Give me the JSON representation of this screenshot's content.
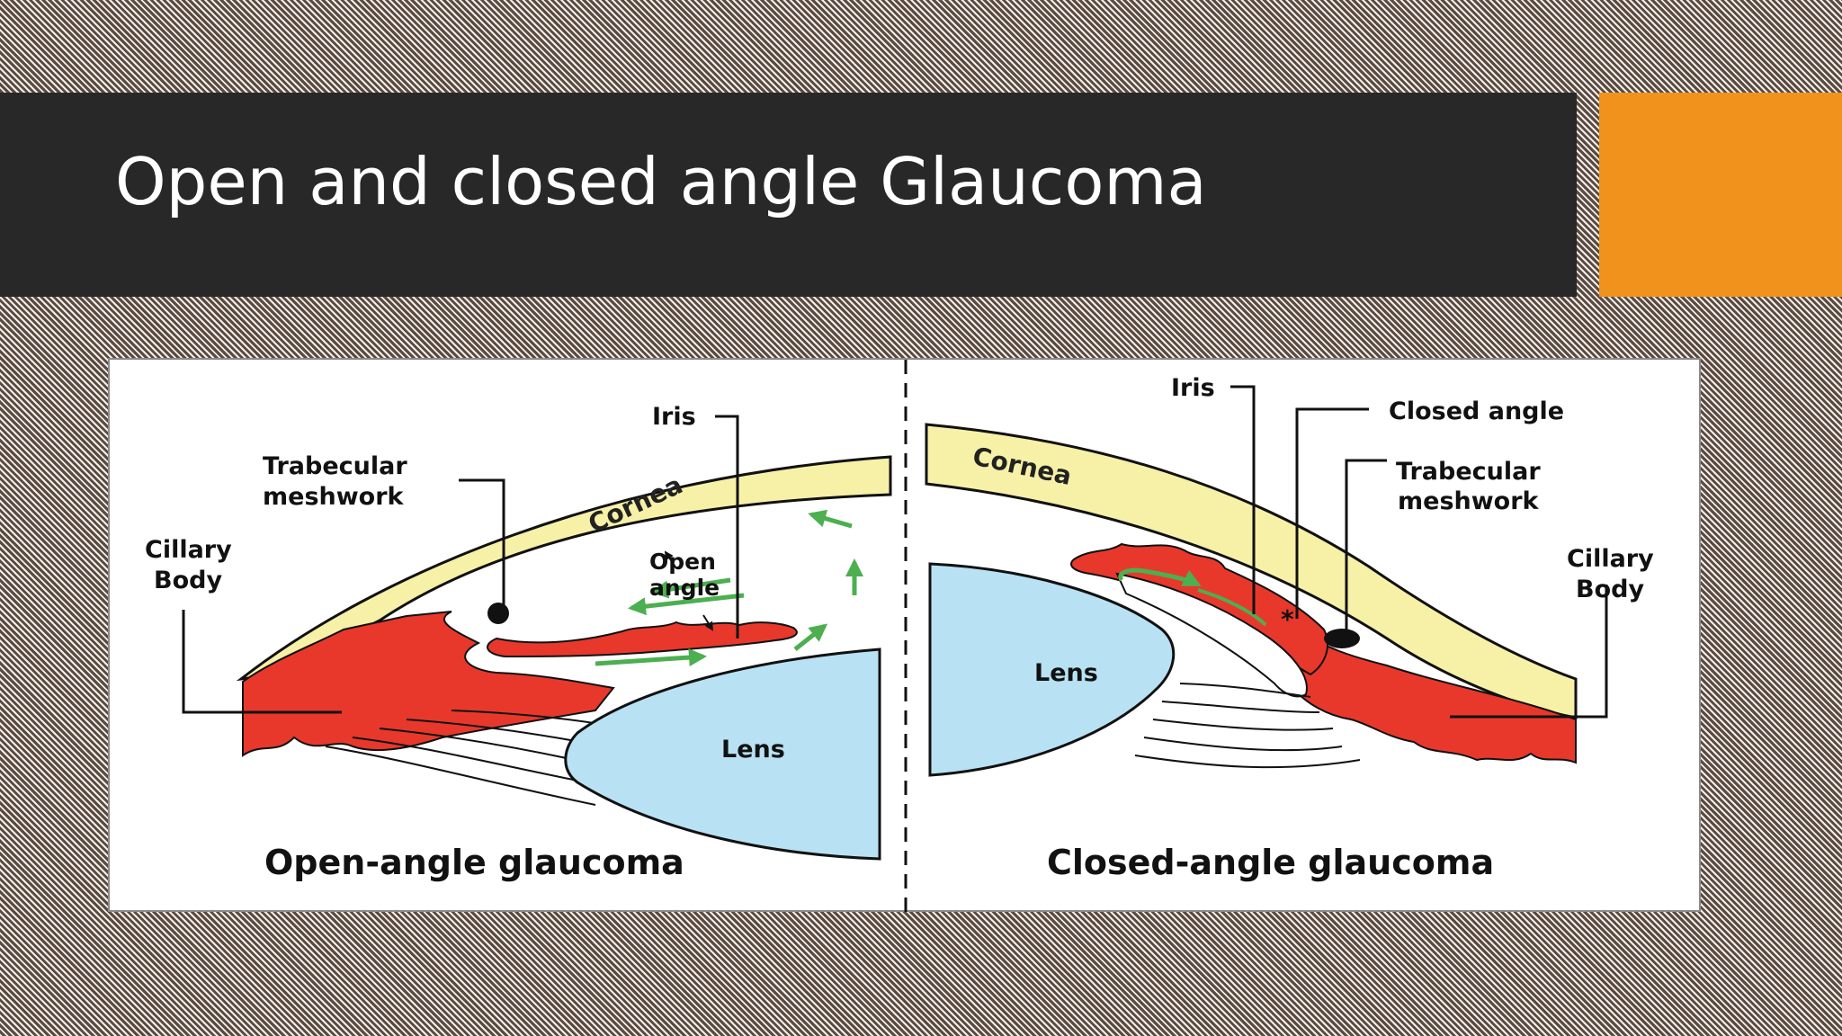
{
  "slide": {
    "title": "Open and closed angle Glaucoma",
    "colors": {
      "title_bar": "#282828",
      "accent": "#f0921c",
      "title_text": "#ffffff"
    }
  },
  "figure": {
    "open": {
      "caption": "Open-angle glaucoma",
      "iris": "Iris",
      "trabecular_1": "Trabecular",
      "trabecular_2": "meshwork",
      "ciliary_1": "Cillary",
      "ciliary_2": "Body",
      "cornea": "Cornea",
      "open_angle_1": "Open",
      "open_angle_2": "angle",
      "lens": "Lens"
    },
    "closed": {
      "caption": "Closed-angle glaucoma",
      "iris": "Iris",
      "closed_angle": "Closed angle",
      "trabecular_1": "Trabecular",
      "trabecular_2": "meshwork",
      "ciliary_1": "Cillary",
      "ciliary_2": "Body",
      "cornea": "Cornea",
      "lens": "Lens"
    },
    "colors": {
      "cornea": "#f7f1a8",
      "iris_ciliary": "#e8382c",
      "lens": "#b8e2f4",
      "flow_arrows": "#4caf50",
      "outline": "#111111"
    }
  }
}
